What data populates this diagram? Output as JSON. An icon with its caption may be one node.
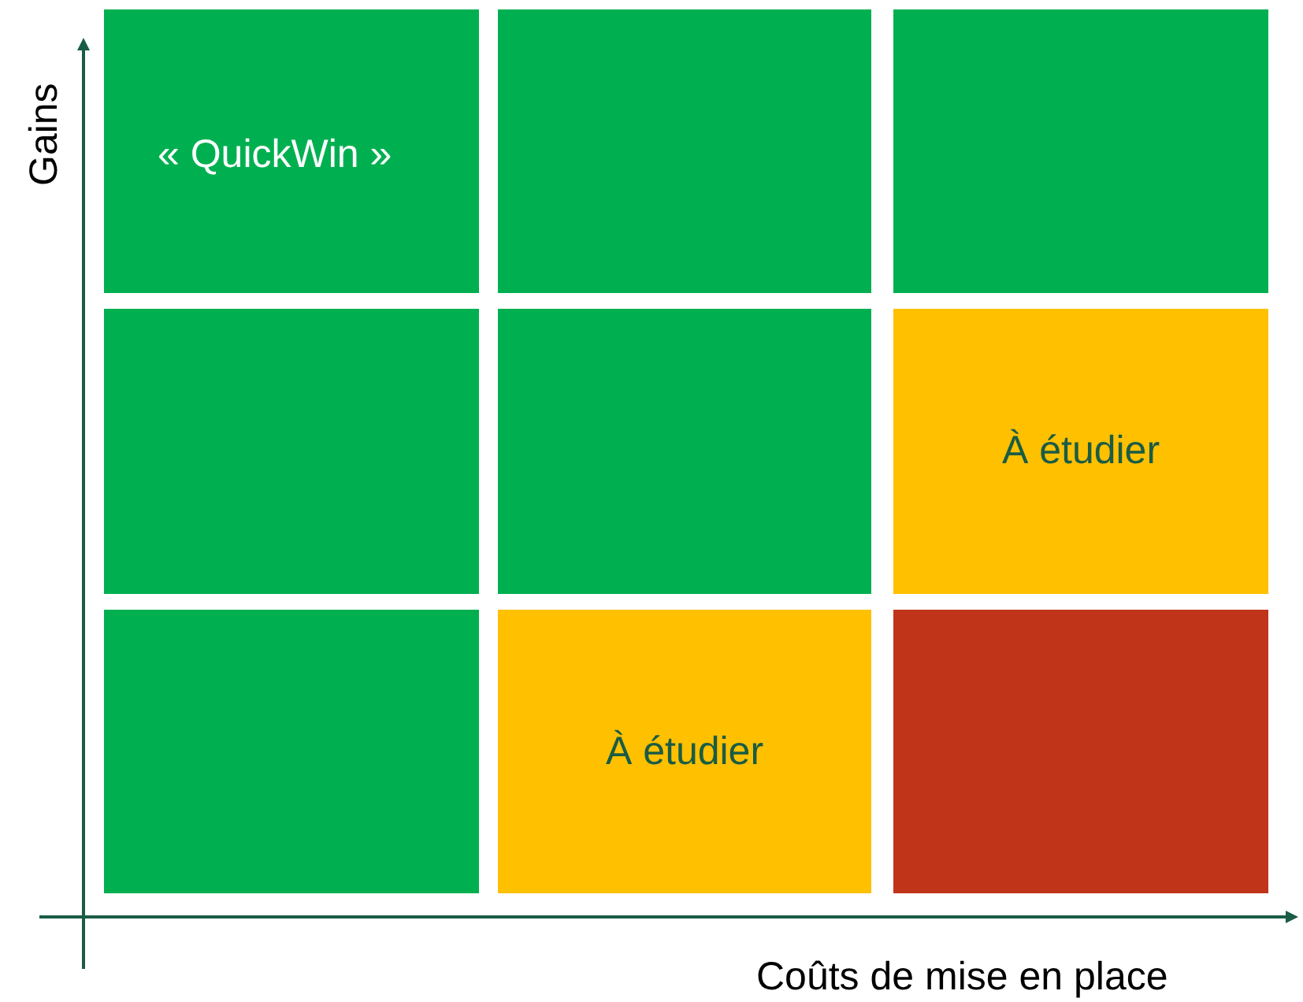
{
  "diagram": {
    "nodes": [
      {
        "text": [
          "« QuickWin »"
        ]
      },
      {
        "text": [],
        "shape": "box"
      },
      {
        "text": [],
        "shape": "box"
      },
      {
        "text": [],
        "shape": "box"
      },
      {
        "text": [],
        "shape": "box"
      },
      {
        "text": [
          "À étudier"
        ]
      },
      {
        "text": [],
        "shape": "box"
      },
      {
        "text": [
          "À étudier"
        ]
      },
      {
        "text": [],
        "shape": "box"
      }
    ],
    "labels": [
      "Gains",
      "Coûts de mise en place"
    ]
  }
}
